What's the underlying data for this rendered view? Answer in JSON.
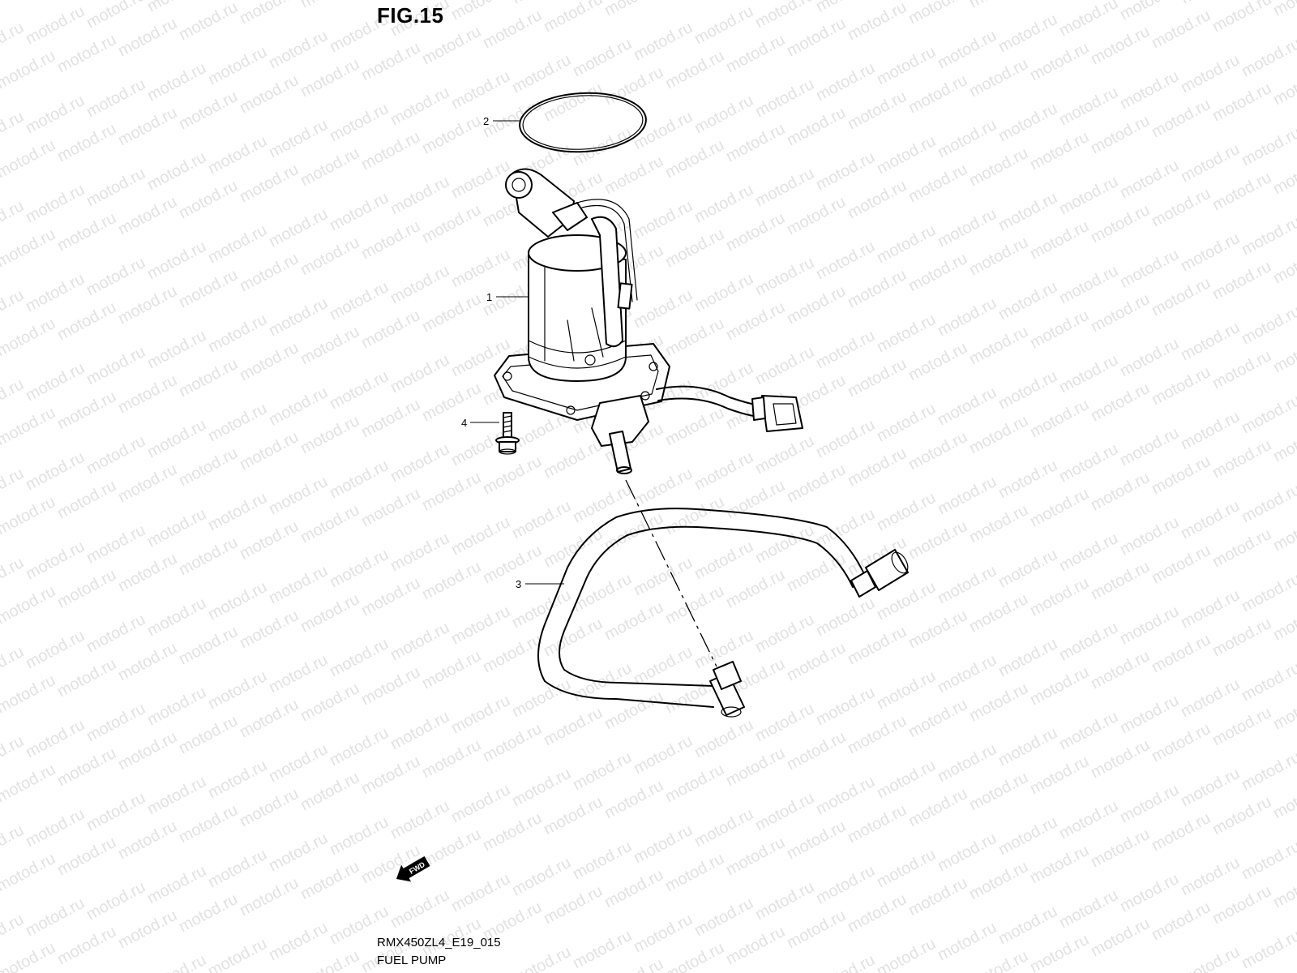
{
  "figure": {
    "title": "FIG.15",
    "model_code": "RMX450ZL4_E19_015",
    "name": "FUEL PUMP"
  },
  "watermark": "motod.ru",
  "direction_badge": "FWD",
  "callouts": [
    {
      "id": "callout-1",
      "label": "1"
    },
    {
      "id": "callout-2",
      "label": "2"
    },
    {
      "id": "callout-3",
      "label": "3"
    },
    {
      "id": "callout-4",
      "label": "4"
    }
  ]
}
